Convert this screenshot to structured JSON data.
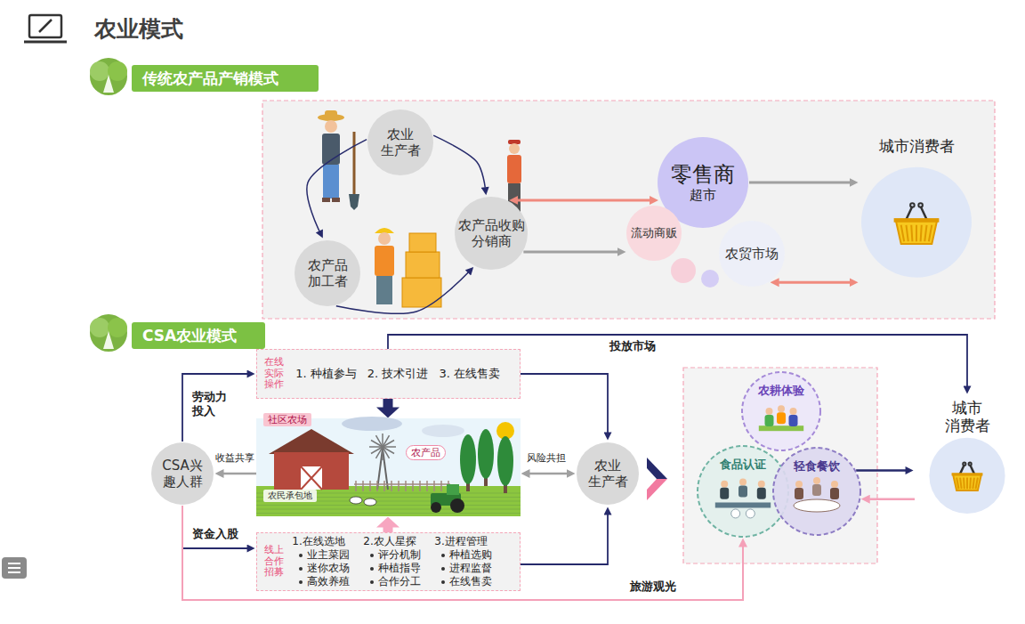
{
  "diagram": {
    "title": "农业模式",
    "nodes": [
      {
        "text": [
          "传统农产品产销模式"
        ]
      },
      {
        "text": [
          "农业 生产者"
        ]
      },
      {
        "text": [
          "农产品 加工者"
        ]
      },
      {
        "text": [
          "农产品收购 分销商"
        ]
      },
      {
        "text": [
          "零售商",
          "超市"
        ]
      },
      {
        "text": [
          "流动商贩"
        ]
      },
      {
        "text": [
          "农贸市场"
        ]
      },
      {
        "text": [
          "城市消费者"
        ]
      },
      {
        "text": [
          "CSA农业模式"
        ]
      },
      {
        "text": [
          "在线 实际 操作",
          "1. 种植参与",
          "2. 技术引进",
          "3. 在线售卖"
        ]
      },
      {
        "text": [
          "社区农场",
          "农产品",
          "农民承包地"
        ]
      },
      {
        "text": [
          "CSA兴 趣人群"
        ]
      },
      {
        "text": [
          "农业 生产者"
        ]
      },
      {
        "text": [
          "线上 合作 招募",
          "1.在线选地",
          "业主菜园",
          "迷你农场",
          "高效养殖",
          "2.农人星探",
          "评分机制",
          "种植指导",
          "合作分工",
          "3.进程管理",
          "种植选购",
          "进程监督",
          "在线售卖"
        ]
      },
      {
        "text": [
          "农耕体验"
        ]
      },
      {
        "text": [
          "食品认证"
        ]
      },
      {
        "text": [
          "轻食餐饮"
        ]
      },
      {
        "text": [
          "城市 消费者"
        ]
      }
    ],
    "edges": [
      {
        "from": 1,
        "to": 3,
        "arrow": "to"
      },
      {
        "from": 1,
        "to": 2,
        "arrow": "to"
      },
      {
        "from": 2,
        "to": 3,
        "arrow": "to"
      },
      {
        "from": 3,
        "to": 4,
        "arrow": "both"
      },
      {
        "from": 3,
        "to": 5,
        "arrow": "to"
      },
      {
        "from": 4,
        "to": 7,
        "arrow": "to"
      },
      {
        "from": 6,
        "to": 7,
        "arrow": "both"
      },
      {
        "from": 11,
        "to": 9,
        "arrow": "to",
        "label": "劳动力 投入"
      },
      {
        "from": 11,
        "to": 13,
        "arrow": "to",
        "label": "资金入股"
      },
      {
        "from": 9,
        "to": 17,
        "arrow": "to",
        "label": "投放市场"
      },
      {
        "from": 9,
        "to": 12,
        "arrow": "to"
      },
      {
        "from": 13,
        "to": 12,
        "arrow": "to"
      },
      {
        "from": 9,
        "to": 10,
        "arrow": "to"
      },
      {
        "from": 13,
        "to": 10,
        "arrow": "to"
      },
      {
        "from": 10,
        "to": 11,
        "arrow": "to",
        "label": "收益共享"
      },
      {
        "from": 12,
        "to": 10,
        "arrow": "both",
        "label": "风险共担"
      },
      {
        "from": 11,
        "to": 15,
        "arrow": "to",
        "label": "旅游观光"
      },
      {
        "from": 16,
        "to": 17,
        "arrow": "to"
      },
      {
        "from": 17,
        "to": 16,
        "arrow": "to"
      }
    ]
  }
}
